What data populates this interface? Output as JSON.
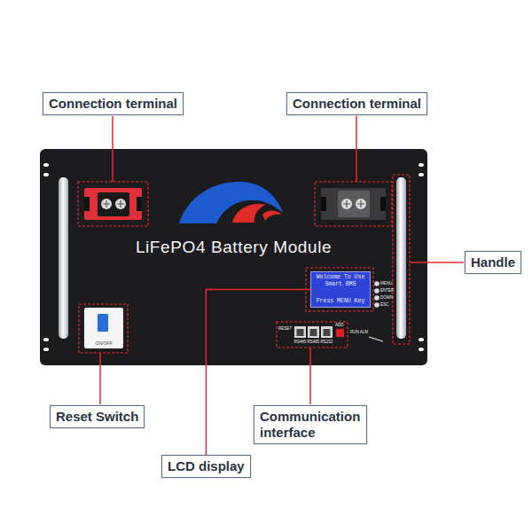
{
  "diagram": {
    "nodes": [
      {
        "text": [
          "Connection terminal"
        ]
      },
      {
        "text": [
          "Connection terminal"
        ]
      },
      {
        "text": [
          "LiFePO4 Battery Module"
        ]
      },
      {
        "text": [
          "Welcome To Use Smart BMS",
          "Press MENU Key"
        ],
        "in": 2
      },
      {
        "text": [
          "Handle"
        ]
      },
      {
        "text": [
          "Reset Switch"
        ]
      },
      {
        "text": [
          "Communication interface"
        ]
      },
      {
        "text": [
          "LCD display"
        ]
      }
    ],
    "edges": [
      {
        "from": 7,
        "to": 3,
        "arrow": "none"
      }
    ],
    "labels": [
      "ON/OFF",
      "RESET",
      "RS485",
      "RS485",
      "RS232",
      "ADD",
      "RUN ALM",
      "MENU",
      "ENTER",
      "DOWN",
      "ESC"
    ]
  }
}
